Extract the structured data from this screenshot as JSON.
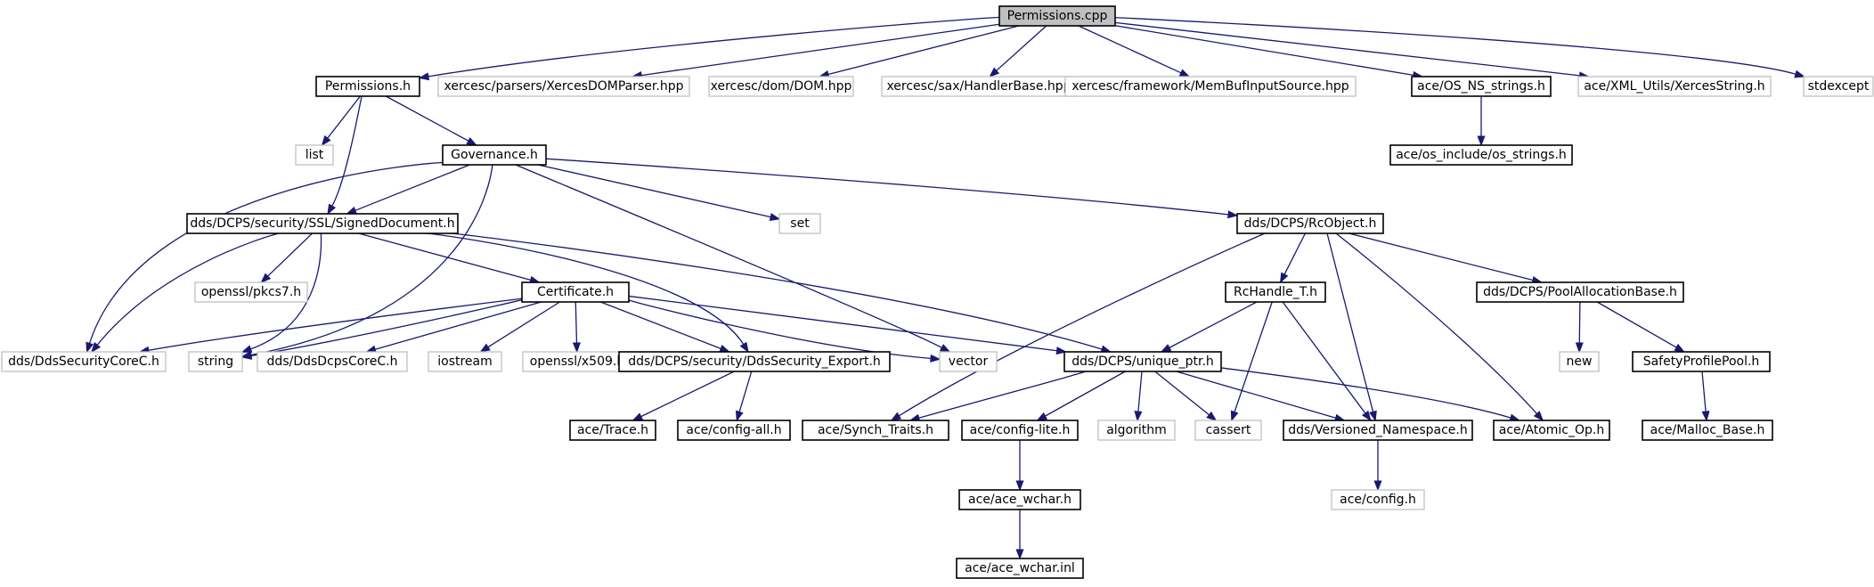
{
  "graph": {
    "nodes": [
      {
        "id": "permissions_cpp",
        "label": "Permissions.cpp",
        "kind": "root"
      },
      {
        "id": "permissions_h",
        "label": "Permissions.h",
        "kind": "documented"
      },
      {
        "id": "xerces_domparser",
        "label": "xercesc/parsers/XercesDOMParser.hpp",
        "kind": "external"
      },
      {
        "id": "xerces_dom",
        "label": "xercesc/dom/DOM.hpp",
        "kind": "external"
      },
      {
        "id": "xerces_handlerbase",
        "label": "xercesc/sax/HandlerBase.hpp",
        "kind": "external"
      },
      {
        "id": "xerces_membuf",
        "label": "xercesc/framework/MemBufInputSource.hpp",
        "kind": "external"
      },
      {
        "id": "os_ns_strings",
        "label": "ace/OS_NS_strings.h",
        "kind": "documented"
      },
      {
        "id": "xerces_string",
        "label": "ace/XML_Utils/XercesString.h",
        "kind": "external"
      },
      {
        "id": "stdexcept",
        "label": "stdexcept",
        "kind": "external"
      },
      {
        "id": "os_strings",
        "label": "ace/os_include/os_strings.h",
        "kind": "documented"
      },
      {
        "id": "list",
        "label": "list",
        "kind": "external"
      },
      {
        "id": "governance_h",
        "label": "Governance.h",
        "kind": "documented"
      },
      {
        "id": "signed_document",
        "label": "dds/DCPS/security/SSL/SignedDocument.h",
        "kind": "documented"
      },
      {
        "id": "set",
        "label": "set",
        "kind": "external"
      },
      {
        "id": "rcobject",
        "label": "dds/DCPS/RcObject.h",
        "kind": "documented"
      },
      {
        "id": "openssl_pkcs7",
        "label": "openssl/pkcs7.h",
        "kind": "external"
      },
      {
        "id": "certificate_h",
        "label": "Certificate.h",
        "kind": "documented"
      },
      {
        "id": "rchandle",
        "label": "RcHandle_T.h",
        "kind": "documented"
      },
      {
        "id": "pool_alloc",
        "label": "dds/DCPS/PoolAllocationBase.h",
        "kind": "documented"
      },
      {
        "id": "dds_security_corec",
        "label": "dds/DdsSecurityCoreC.h",
        "kind": "external"
      },
      {
        "id": "string",
        "label": "string",
        "kind": "external"
      },
      {
        "id": "dds_dcps_corec",
        "label": "dds/DdsDcpsCoreC.h",
        "kind": "external"
      },
      {
        "id": "iostream",
        "label": "iostream",
        "kind": "external"
      },
      {
        "id": "openssl_x509",
        "label": "openssl/x509.h",
        "kind": "external"
      },
      {
        "id": "dds_security_export",
        "label": "dds/DCPS/security/DdsSecurity_Export.h",
        "kind": "documented"
      },
      {
        "id": "vector",
        "label": "vector",
        "kind": "external"
      },
      {
        "id": "unique_ptr",
        "label": "dds/DCPS/unique_ptr.h",
        "kind": "documented"
      },
      {
        "id": "new",
        "label": "new",
        "kind": "external"
      },
      {
        "id": "safety_pool",
        "label": "SafetyProfilePool.h",
        "kind": "documented"
      },
      {
        "id": "ace_trace",
        "label": "ace/Trace.h",
        "kind": "documented"
      },
      {
        "id": "ace_config_all",
        "label": "ace/config-all.h",
        "kind": "documented"
      },
      {
        "id": "synch_traits",
        "label": "ace/Synch_Traits.h",
        "kind": "documented"
      },
      {
        "id": "config_lite",
        "label": "ace/config-lite.h",
        "kind": "documented"
      },
      {
        "id": "algorithm",
        "label": "algorithm",
        "kind": "external"
      },
      {
        "id": "cassert",
        "label": "cassert",
        "kind": "external"
      },
      {
        "id": "versioned_ns",
        "label": "dds/Versioned_Namespace.h",
        "kind": "documented"
      },
      {
        "id": "atomic_op",
        "label": "ace/Atomic_Op.h",
        "kind": "documented"
      },
      {
        "id": "malloc_base",
        "label": "ace/Malloc_Base.h",
        "kind": "documented"
      },
      {
        "id": "ace_config_h",
        "label": "ace/config.h",
        "kind": "external"
      },
      {
        "id": "ace_wchar_h",
        "label": "ace/ace_wchar.h",
        "kind": "documented"
      },
      {
        "id": "ace_wchar_inl",
        "label": "ace/ace_wchar.inl",
        "kind": "documented"
      }
    ],
    "edges": [
      {
        "from": "permissions_cpp",
        "to": "permissions_h"
      },
      {
        "from": "permissions_cpp",
        "to": "xerces_domparser"
      },
      {
        "from": "permissions_cpp",
        "to": "xerces_dom"
      },
      {
        "from": "permissions_cpp",
        "to": "xerces_handlerbase"
      },
      {
        "from": "permissions_cpp",
        "to": "xerces_membuf"
      },
      {
        "from": "permissions_cpp",
        "to": "os_ns_strings"
      },
      {
        "from": "permissions_cpp",
        "to": "xerces_string"
      },
      {
        "from": "permissions_cpp",
        "to": "stdexcept"
      },
      {
        "from": "os_ns_strings",
        "to": "os_strings"
      },
      {
        "from": "permissions_h",
        "to": "list"
      },
      {
        "from": "permissions_h",
        "to": "governance_h"
      },
      {
        "from": "permissions_h",
        "to": "signed_document"
      },
      {
        "from": "governance_h",
        "to": "signed_document"
      },
      {
        "from": "governance_h",
        "to": "dds_security_corec"
      },
      {
        "from": "governance_h",
        "to": "string"
      },
      {
        "from": "governance_h",
        "to": "vector"
      },
      {
        "from": "governance_h",
        "to": "set"
      },
      {
        "from": "governance_h",
        "to": "rcobject"
      },
      {
        "from": "signed_document",
        "to": "openssl_pkcs7"
      },
      {
        "from": "signed_document",
        "to": "certificate_h"
      },
      {
        "from": "signed_document",
        "to": "dds_security_corec"
      },
      {
        "from": "signed_document",
        "to": "string"
      },
      {
        "from": "signed_document",
        "to": "dds_security_export"
      },
      {
        "from": "signed_document",
        "to": "unique_ptr"
      },
      {
        "from": "certificate_h",
        "to": "dds_security_corec"
      },
      {
        "from": "certificate_h",
        "to": "string"
      },
      {
        "from": "certificate_h",
        "to": "dds_dcps_corec"
      },
      {
        "from": "certificate_h",
        "to": "iostream"
      },
      {
        "from": "certificate_h",
        "to": "openssl_x509"
      },
      {
        "from": "certificate_h",
        "to": "dds_security_export"
      },
      {
        "from": "certificate_h",
        "to": "vector"
      },
      {
        "from": "certificate_h",
        "to": "unique_ptr"
      },
      {
        "from": "dds_security_export",
        "to": "ace_trace"
      },
      {
        "from": "dds_security_export",
        "to": "ace_config_all"
      },
      {
        "from": "rcobject",
        "to": "rchandle"
      },
      {
        "from": "rcobject",
        "to": "pool_alloc"
      },
      {
        "from": "rcobject",
        "to": "synch_traits"
      },
      {
        "from": "rcobject",
        "to": "versioned_ns"
      },
      {
        "from": "rcobject",
        "to": "atomic_op"
      },
      {
        "from": "rchandle",
        "to": "unique_ptr"
      },
      {
        "from": "rchandle",
        "to": "cassert"
      },
      {
        "from": "rchandle",
        "to": "versioned_ns"
      },
      {
        "from": "pool_alloc",
        "to": "new"
      },
      {
        "from": "pool_alloc",
        "to": "safety_pool"
      },
      {
        "from": "safety_pool",
        "to": "malloc_base"
      },
      {
        "from": "unique_ptr",
        "to": "synch_traits"
      },
      {
        "from": "unique_ptr",
        "to": "config_lite"
      },
      {
        "from": "unique_ptr",
        "to": "algorithm"
      },
      {
        "from": "unique_ptr",
        "to": "cassert"
      },
      {
        "from": "unique_ptr",
        "to": "versioned_ns"
      },
      {
        "from": "unique_ptr",
        "to": "atomic_op"
      },
      {
        "from": "versioned_ns",
        "to": "ace_config_h"
      },
      {
        "from": "config_lite",
        "to": "ace_wchar_h"
      },
      {
        "from": "ace_wchar_h",
        "to": "ace_wchar_inl"
      }
    ]
  }
}
